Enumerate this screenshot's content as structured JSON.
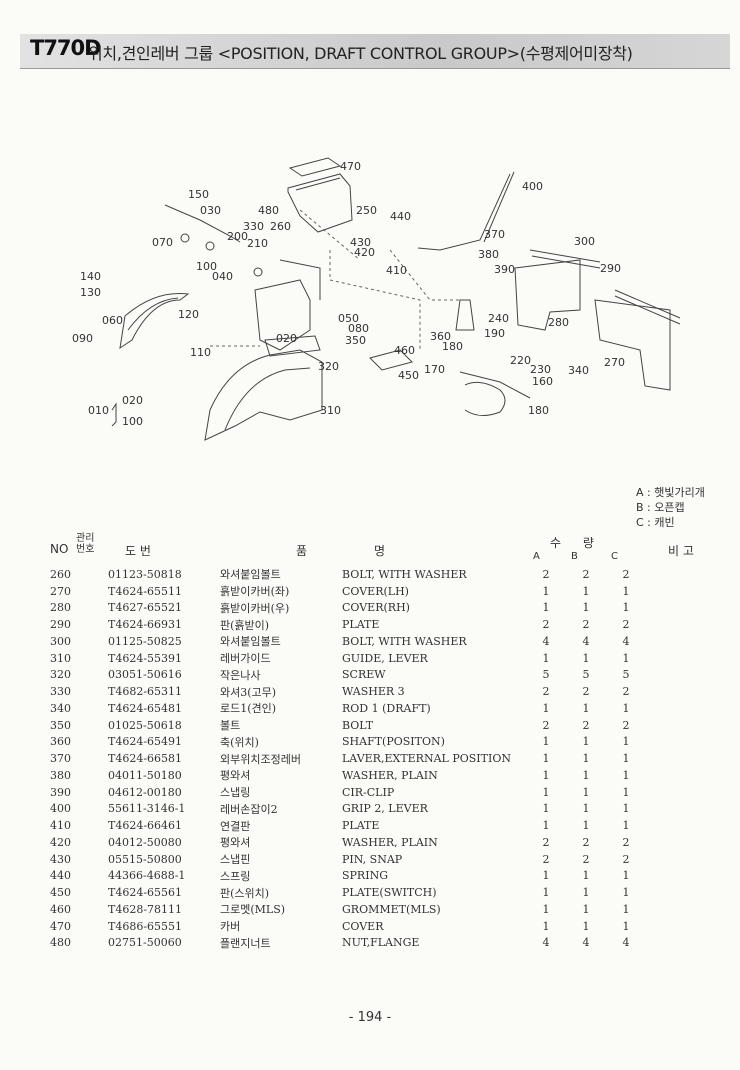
{
  "header": {
    "model": "T770D",
    "title": "위치,견인레버 그룹 <POSITION, DRAFT CONTROL GROUP>(수평제어미장착)"
  },
  "callouts": [
    "470",
    "400",
    "150",
    "030",
    "480",
    "250",
    "440",
    "370",
    "330",
    "260",
    "200",
    "210",
    "070",
    "430",
    "420",
    "300",
    "380",
    "410",
    "390",
    "290",
    "140",
    "100",
    "130",
    "040",
    "060",
    "120",
    "240",
    "280",
    "050",
    "080",
    "190",
    "090",
    "110",
    "020",
    "350",
    "360",
    "460",
    "180",
    "270",
    "220",
    "230",
    "340",
    "320",
    "450",
    "170",
    "160",
    "310",
    "010",
    "180"
  ],
  "assembly_label": {
    "code": "010",
    "sub1": "020",
    "sub2": "100"
  },
  "legend": [
    {
      "key": "A",
      "text": "햇빛가리개"
    },
    {
      "key": "B",
      "text": "오픈캡"
    },
    {
      "key": "C",
      "text": "캐빈"
    }
  ],
  "table_header": {
    "no": "NO",
    "mgmt": "관리 번호",
    "part_no": "도 번",
    "name_label1": "품",
    "name_label2": "명",
    "qty": "수 량",
    "qty_a": "A",
    "qty_b": "B",
    "qty_c": "C",
    "remarks": "비 고"
  },
  "parts": [
    {
      "no": "260",
      "pn": "01123-50818",
      "kr": "와셔붙임볼트",
      "en": "BOLT, WITH WASHER",
      "a": "2",
      "b": "2",
      "c": "2"
    },
    {
      "no": "270",
      "pn": "T4624-65511",
      "kr": "흙받이카버(좌)",
      "en": "COVER(LH)",
      "a": "1",
      "b": "1",
      "c": "1"
    },
    {
      "no": "280",
      "pn": "T4627-65521",
      "kr": "흙받이카버(우)",
      "en": "COVER(RH)",
      "a": "1",
      "b": "1",
      "c": "1"
    },
    {
      "no": "290",
      "pn": "T4624-66931",
      "kr": "판(흙받이)",
      "en": "PLATE",
      "a": "2",
      "b": "2",
      "c": "2"
    },
    {
      "no": "300",
      "pn": "01125-50825",
      "kr": "와셔붙임볼트",
      "en": "BOLT, WITH WASHER",
      "a": "4",
      "b": "4",
      "c": "4"
    },
    {
      "no": "310",
      "pn": "T4624-55391",
      "kr": "레버가이드",
      "en": "GUIDE, LEVER",
      "a": "1",
      "b": "1",
      "c": "1"
    },
    {
      "no": "320",
      "pn": "03051-50616",
      "kr": "작은나사",
      "en": "SCREW",
      "a": "5",
      "b": "5",
      "c": "5"
    },
    {
      "no": "330",
      "pn": "T4682-65311",
      "kr": "와셔3(고무)",
      "en": "WASHER 3",
      "a": "2",
      "b": "2",
      "c": "2"
    },
    {
      "no": "340",
      "pn": "T4624-65481",
      "kr": "로드1(견인)",
      "en": "ROD 1 (DRAFT)",
      "a": "1",
      "b": "1",
      "c": "1"
    },
    {
      "no": "350",
      "pn": "01025-50618",
      "kr": "볼트",
      "en": "BOLT",
      "a": "2",
      "b": "2",
      "c": "2"
    },
    {
      "no": "360",
      "pn": "T4624-65491",
      "kr": "축(위치)",
      "en": "SHAFT(POSITON)",
      "a": "1",
      "b": "1",
      "c": "1"
    },
    {
      "no": "370",
      "pn": "T4624-66581",
      "kr": "외부위치조정레버",
      "en": "LAVER,EXTERNAL POSITION",
      "a": "1",
      "b": "1",
      "c": "1"
    },
    {
      "no": "380",
      "pn": "04011-50180",
      "kr": "평와셔",
      "en": "WASHER, PLAIN",
      "a": "1",
      "b": "1",
      "c": "1"
    },
    {
      "no": "390",
      "pn": "04612-00180",
      "kr": "스냅링",
      "en": "CIR-CLIP",
      "a": "1",
      "b": "1",
      "c": "1"
    },
    {
      "no": "400",
      "pn": "55611-3146-1",
      "kr": "레버손잡이2",
      "en": "GRIP 2, LEVER",
      "a": "1",
      "b": "1",
      "c": "1"
    },
    {
      "no": "410",
      "pn": "T4624-66461",
      "kr": "연결판",
      "en": "PLATE",
      "a": "1",
      "b": "1",
      "c": "1"
    },
    {
      "no": "420",
      "pn": "04012-50080",
      "kr": "평와셔",
      "en": "WASHER, PLAIN",
      "a": "2",
      "b": "2",
      "c": "2"
    },
    {
      "no": "430",
      "pn": "05515-50800",
      "kr": "스냅핀",
      "en": "PIN, SNAP",
      "a": "2",
      "b": "2",
      "c": "2"
    },
    {
      "no": "440",
      "pn": "44366-4688-1",
      "kr": "스프링",
      "en": "SPRING",
      "a": "1",
      "b": "1",
      "c": "1"
    },
    {
      "no": "450",
      "pn": "T4624-65561",
      "kr": "판(스위치)",
      "en": "PLATE(SWITCH)",
      "a": "1",
      "b": "1",
      "c": "1"
    },
    {
      "no": "460",
      "pn": "T4628-78111",
      "kr": "그로멧(MLS)",
      "en": "GROMMET(MLS)",
      "a": "1",
      "b": "1",
      "c": "1"
    },
    {
      "no": "470",
      "pn": "T4686-65551",
      "kr": "카버",
      "en": "COVER",
      "a": "1",
      "b": "1",
      "c": "1"
    },
    {
      "no": "480",
      "pn": "02751-50060",
      "kr": "플랜지너트",
      "en": "NUT,FLANGE",
      "a": "4",
      "b": "4",
      "c": "4"
    }
  ],
  "footer": {
    "page": "- 194 -"
  }
}
